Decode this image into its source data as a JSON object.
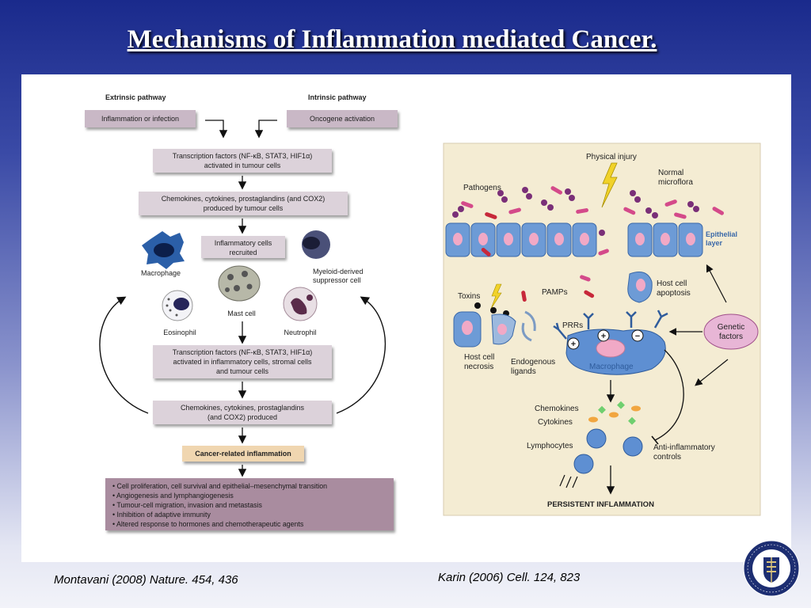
{
  "slide": {
    "title": "Mechanisms of Inflammation mediated Cancer.",
    "citation_left": "Montavani (2008) Nature. 454, 436",
    "citation_right": "Karin (2006) Cell. 124, 823",
    "seal_text": "UNIVERSITY OF PITTSBURGH"
  },
  "left_figure": {
    "extrinsic_label": "Extrinsic pathway",
    "intrinsic_label": "Intrinsic pathway",
    "extrinsic_box": "Inflammation or infection",
    "intrinsic_box": "Oncogene activation",
    "tf_tumour_line1": "Transcription factors (NF-κB, STAT3, HIF1α)",
    "tf_tumour_line2": "activated in tumour cells",
    "chemokines_tumour_line1": "Chemokines, cytokines, prostaglandins (and COX2)",
    "chemokines_tumour_line2": "produced by tumour cells",
    "recruited_line1": "Inflammatory cells",
    "recruited_line2": "recruited",
    "macrophage": "Macrophage",
    "mast_cell": "Mast cell",
    "mdsc_line1": "Myeloid-derived",
    "mdsc_line2": "suppressor cell",
    "eosinophil": "Eosinophil",
    "neutrophil": "Neutrophil",
    "tf_stromal_line1": "Transcription factors (NF-κB, STAT3, HIF1α)",
    "tf_stromal_line2": "activated in inflammatory cells, stromal cells",
    "tf_stromal_line3": "and tumour cells",
    "chemokines_produced_line1": "Chemokines, cytokines, prostaglandins",
    "chemokines_produced_line2": "(and COX2) produced",
    "cancer_related": "Cancer-related inflammation",
    "outcomes": [
      "• Cell proliferation, cell survival and epithelial–mesenchymal transition",
      "• Angiogenesis and lymphangiogenesis",
      "• Tumour-cell migration, invasion and metastasis",
      "• Inhibition of adaptive immunity",
      "• Altered response to hormones and chemotherapeutic agents"
    ]
  },
  "right_figure": {
    "physical_injury": "Physical injury",
    "pathogens": "Pathogens",
    "normal_line1": "Normal",
    "normal_line2": "microflora",
    "epithelial_line1": "Epithelial",
    "epithelial_line2": "layer",
    "toxins": "Toxins",
    "pamps": "PAMPs",
    "host_apop_line1": "Host cell",
    "host_apop_line2": "apoptosis",
    "prrs": "PRRs",
    "genetic_line1": "Genetic",
    "genetic_line2": "factors",
    "host_nec_line1": "Host cell",
    "host_nec_line2": "necrosis",
    "endogenous_line1": "Endogenous",
    "endogenous_line2": "ligands",
    "macrophage": "Macrophage",
    "chemokines": "Chemokines",
    "cytokines": "Cytokines",
    "lymphocytes": "Lymphocytes",
    "anti_line1": "Anti-inflammatory",
    "anti_line2": "controls",
    "persistent": "PERSISTENT INFLAMMATION",
    "plus": "+",
    "minus": "−"
  }
}
